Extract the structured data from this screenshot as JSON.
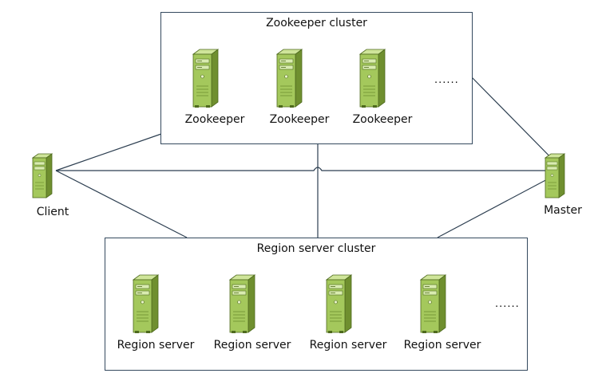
{
  "zookeeper_cluster": {
    "title": "Zookeeper cluster",
    "nodes": [
      "Zookeeper",
      "Zookeeper",
      "Zookeeper"
    ],
    "more": "......"
  },
  "region_cluster": {
    "title": "Region server cluster",
    "nodes": [
      "Region server",
      "Region server",
      "Region server",
      "Region server"
    ],
    "more": "......"
  },
  "client": {
    "label": "Client"
  },
  "master": {
    "label": "Master"
  },
  "colors": {
    "line": "#2c3e50",
    "box_border": "#34495e",
    "server_light": "#b9d77a",
    "server_mid": "#9bbf52",
    "server_dark": "#6f8f2f"
  },
  "icons": {
    "server": "server-icon"
  }
}
